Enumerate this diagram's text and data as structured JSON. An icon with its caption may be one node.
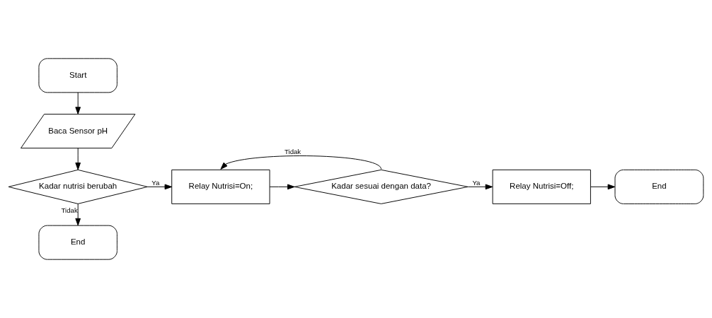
{
  "diagram": {
    "nodes": [
      {
        "text": [
          "Start"
        ]
      },
      {
        "text": [
          "Baca Sensor pH"
        ]
      },
      {
        "text": [
          "Kadar nutrisi berubah"
        ]
      },
      {
        "text": [
          "Relay Nutrisi=On;"
        ]
      },
      {
        "text": [
          "Kadar sesuai dengan data?"
        ]
      },
      {
        "text": [
          "Relay Nutrisi=Off;"
        ]
      },
      {
        "text": [
          "End"
        ]
      },
      {
        "text": [
          "End"
        ]
      }
    ],
    "edges": [
      {
        "from": 0,
        "to": 1,
        "arrow": "to"
      },
      {
        "from": 1,
        "to": 2,
        "arrow": "to"
      },
      {
        "from": 2,
        "to": 3,
        "arrow": "to",
        "label": "Ya"
      },
      {
        "from": 2,
        "to": 7,
        "arrow": "to",
        "label": "Tidak"
      },
      {
        "from": 3,
        "to": 4,
        "arrow": "to"
      },
      {
        "from": 4,
        "to": 3,
        "arrow": "to",
        "label": "Tidak"
      },
      {
        "from": 4,
        "to": 5,
        "arrow": "to",
        "label": "Ya"
      },
      {
        "from": 5,
        "to": 6,
        "arrow": "to"
      }
    ]
  }
}
